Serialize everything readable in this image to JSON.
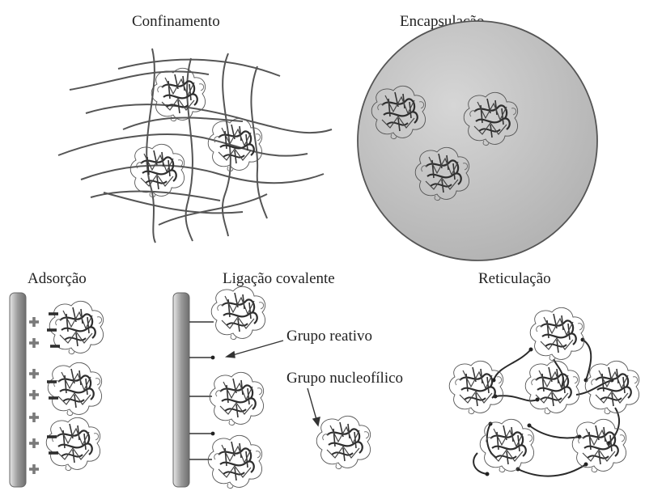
{
  "panels": {
    "confinement": {
      "title": "Confinamento"
    },
    "encapsulation": {
      "title": "Encapsulação"
    },
    "adsorption": {
      "title": "Adsorção"
    },
    "covalent": {
      "title": "Ligação covalente",
      "reactive_group_label": "Grupo reativo",
      "nucleophilic_group_label": "Grupo nucleofílico"
    },
    "crosslinking": {
      "title": "Reticulação"
    }
  },
  "colors": {
    "mesh_line": "#555555",
    "enzyme_dark": "#3a3a3a",
    "capsule_fill": "#c8c8c8",
    "support_bar": "#a0a0a0"
  }
}
